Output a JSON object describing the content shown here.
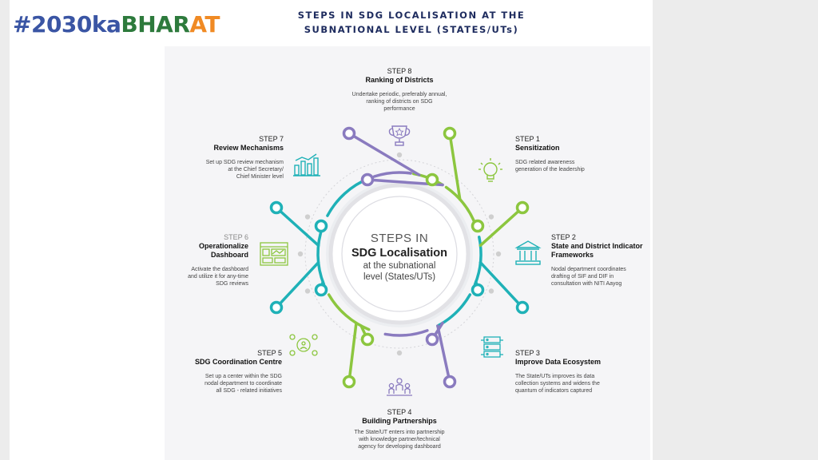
{
  "brand": {
    "hashtag_part1": "#2030ka",
    "hashtag_part2": "BHAR",
    "hashtag_part3": "AT"
  },
  "header": {
    "title_line1": "STEPS IN SDG LOCALISATION AT THE",
    "title_line2": "SUBNATIONAL LEVEL (STATES/UTs)"
  },
  "center": {
    "line1": "STEPS IN",
    "line2": "SDG Localisation",
    "line3": "at the subnational",
    "line4": "level (States/UTs)"
  },
  "steps": [
    {
      "num": "STEP 1",
      "name": "Sensitization",
      "desc": [
        "SDG related awareness",
        "generation of the leadership"
      ],
      "icon": "lightbulb-icon"
    },
    {
      "num": "STEP 2",
      "name": "State and District Indicator Frameworks",
      "desc": [
        "Nodal department coordinates",
        "drafting of SIF and DIF in",
        "consultation with NITI Aayog"
      ],
      "icon": "institution-building-icon"
    },
    {
      "num": "STEP 3",
      "name": "Improve Data Ecosystem",
      "desc": [
        "The State/UTs improves its data",
        "collection systems and widens the",
        "quantum of indicators captured"
      ],
      "icon": "data-server-icon"
    },
    {
      "num": "STEP 4",
      "name": "Building Partnerships",
      "desc": [
        "The State/UT enters into partnership",
        "with knowledge partner/technical",
        "agency for developing dashboard"
      ],
      "icon": "people-group-icon"
    },
    {
      "num": "STEP 5",
      "name": "SDG Coordination Centre",
      "desc": [
        "Set up a center within the SDG",
        "nodal department to coordinate",
        "all SDG - related initiatives"
      ],
      "icon": "coordination-network-icon"
    },
    {
      "num": "STEP 6",
      "name": "Operationalize Dashboard",
      "desc": [
        "Activate the dashboard",
        "and utilize it for any-time",
        "SDG reviews"
      ],
      "icon": "dashboard-icon"
    },
    {
      "num": "STEP 7",
      "name": "Review Mechanisms",
      "desc": [
        "Set up SDG review mechanism",
        "at the Chief Secretary/",
        "Chief Minister level"
      ],
      "icon": "bar-chart-icon"
    },
    {
      "num": "STEP 8",
      "name": "Ranking of Districts",
      "desc": [
        "Undertake periodic, preferably annual,",
        "ranking of districts on SDG",
        "performance"
      ],
      "icon": "trophy-icon"
    }
  ],
  "colors": {
    "green": "#8cc63f",
    "teal": "#1fb1b7",
    "purple": "#8a7bbf",
    "navy": "#1d2b5e",
    "dot_grey": "#cfcfcf"
  }
}
